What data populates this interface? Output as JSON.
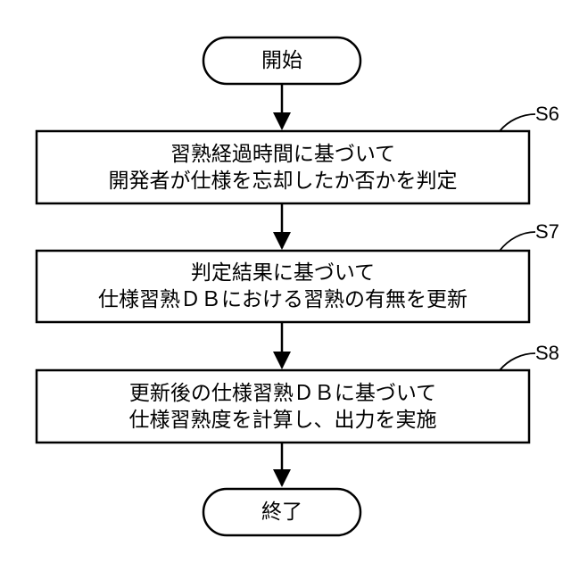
{
  "start": {
    "label": "開始"
  },
  "steps": [
    {
      "id": "S6",
      "line1": "習熟経過時間に基づいて",
      "line2": "開発者が仕様を忘却したか否かを判定"
    },
    {
      "id": "S7",
      "line1": "判定結果に基づいて",
      "line2": "仕様習熟ＤＢにおける習熟の有無を更新"
    },
    {
      "id": "S8",
      "line1": "更新後の仕様習熟ＤＢに基づいて",
      "line2": "仕様習熟度を計算し、出力を実施"
    }
  ],
  "end": {
    "label": "終了"
  }
}
